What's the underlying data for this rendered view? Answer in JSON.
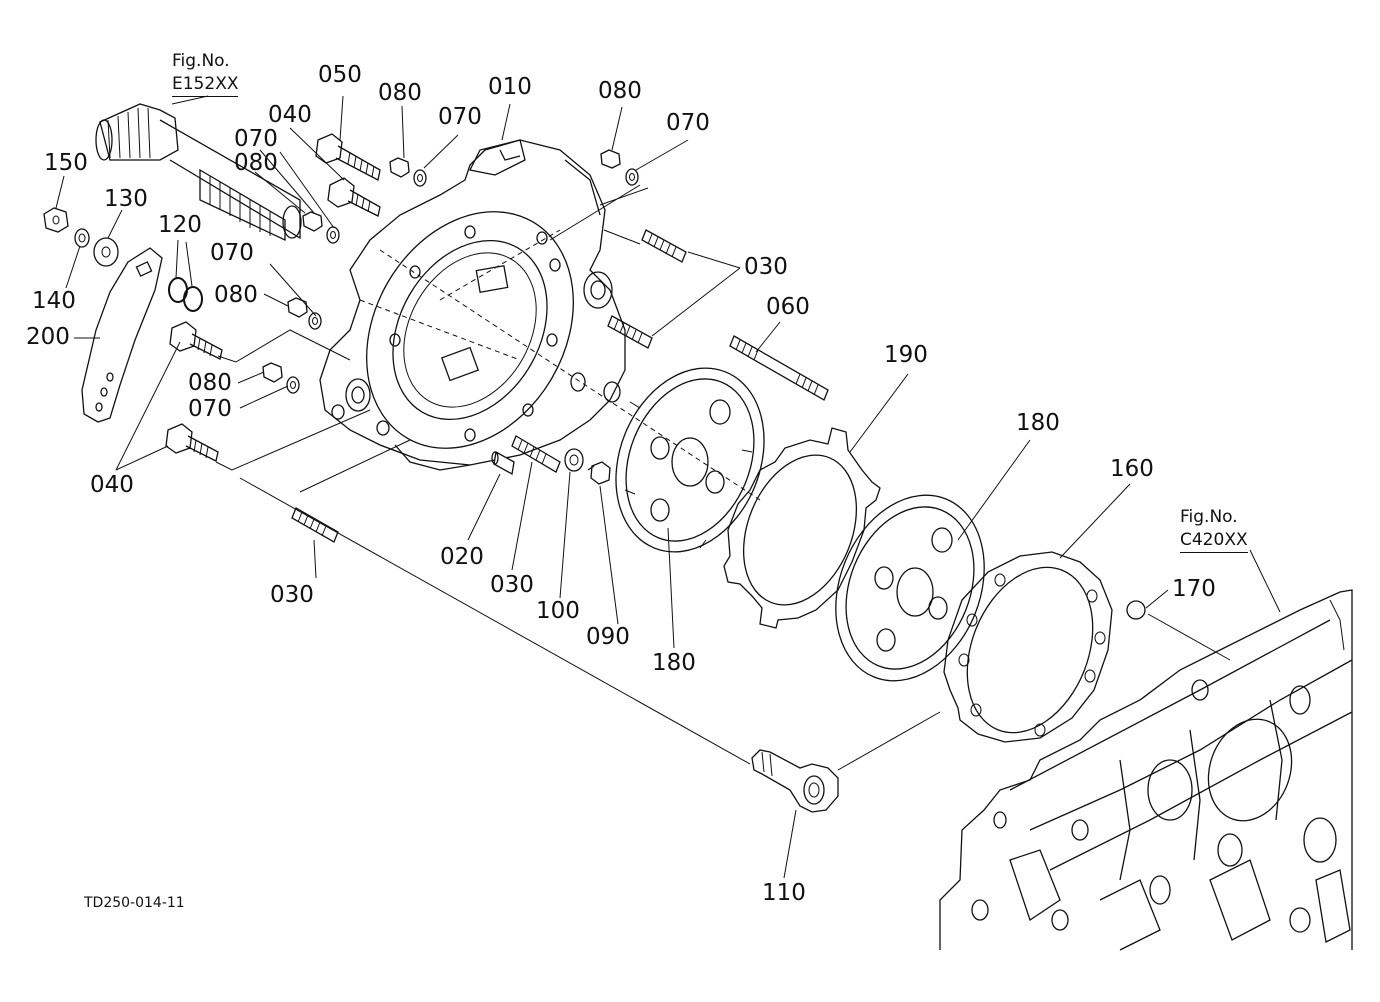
{
  "figure_code": "TD250-014-11",
  "fig_refs": [
    {
      "id": "fig-e152",
      "line1": "Fig.No.",
      "line2": "E152XX"
    },
    {
      "id": "fig-c420",
      "line1": "Fig.No.",
      "line2": "C420XX"
    }
  ],
  "callouts": {
    "c050": "050",
    "c080a": "080",
    "c010": "010",
    "c080b": "080",
    "c070b": "070",
    "c040a": "040",
    "c070a": "070",
    "c070c": "070",
    "c080c": "080",
    "c150": "150",
    "c130": "130",
    "c120": "120",
    "c030a": "030",
    "c060": "060",
    "c070d": "070",
    "c080d": "080",
    "c140": "140",
    "c200": "200",
    "c190": "190",
    "c080e": "080",
    "c070e": "070",
    "c180a": "180",
    "c160": "160",
    "c040b": "040",
    "c020": "020",
    "c030b": "030",
    "c100": "100",
    "c090": "090",
    "c180b": "180",
    "c030c": "030",
    "c170": "170",
    "c110": "110"
  }
}
